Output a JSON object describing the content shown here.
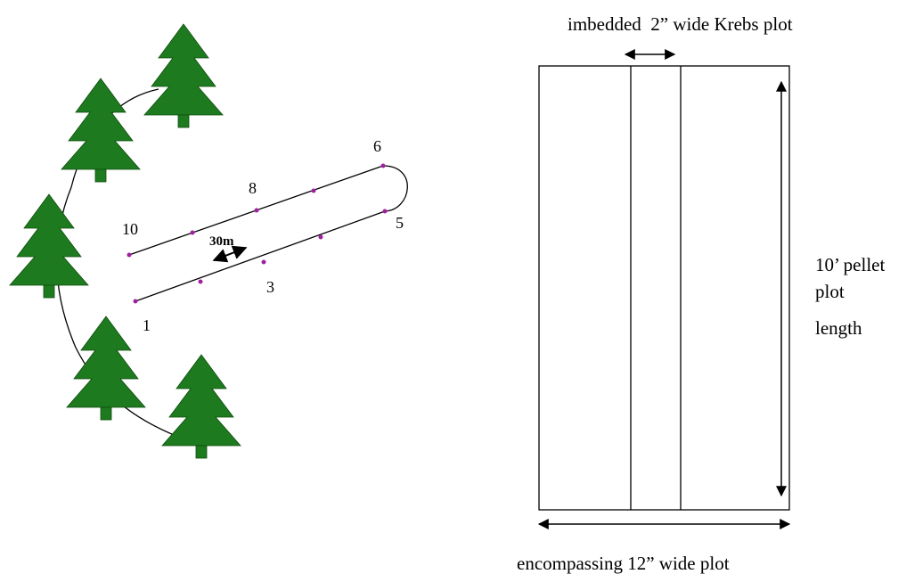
{
  "transect_figure": {
    "station_labels": [
      "10",
      "8",
      "6",
      "5",
      "3",
      "1"
    ],
    "distance_label": "30m",
    "colors": {
      "tree": "#1e7a1e",
      "trunk": "#1e7a1e",
      "station_point": "#a020a0",
      "line": "#000000"
    }
  },
  "plot_figure": {
    "top_label": "imbedded  2” wide Krebs plot",
    "side_label_lines": [
      "10’ pellet",
      "plot",
      "length"
    ],
    "bottom_label": "encompassing 12” wide plot"
  }
}
